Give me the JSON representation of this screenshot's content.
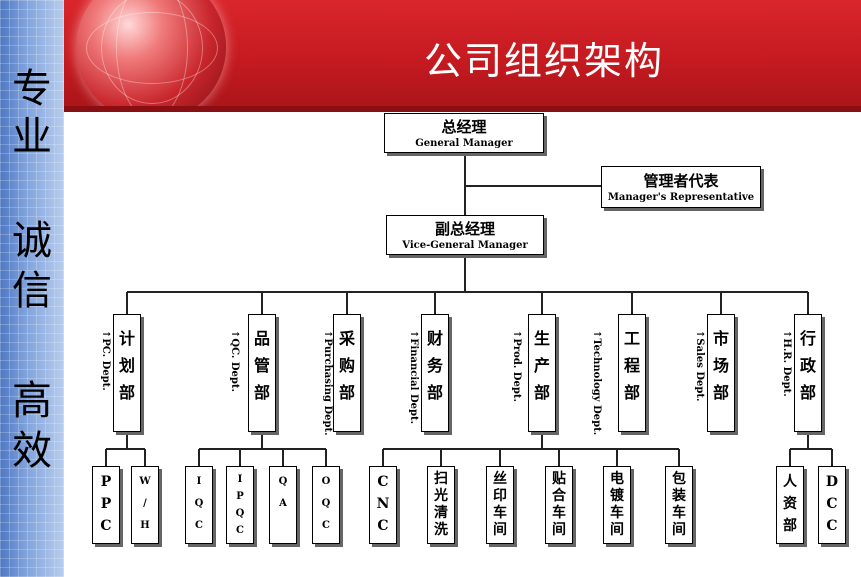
{
  "slide": {
    "title": "公司组织架构",
    "sidebar_words": [
      "专",
      "业",
      "诚",
      "信",
      "高",
      "效"
    ]
  },
  "top": {
    "gm": {
      "cn": "总经理",
      "en": "General Manager"
    },
    "rep": {
      "cn": "管理者代表",
      "en": "Manager's Representative"
    },
    "vgm": {
      "cn": "副总经理",
      "en": "Vice-General Manager"
    }
  },
  "departments": [
    {
      "id": "pc",
      "cn": "计划部",
      "en": "PC. Dept.",
      "children": [
        {
          "t": "PPC",
          "small": false
        },
        {
          "t": "W/H",
          "small": true
        }
      ]
    },
    {
      "id": "qc",
      "cn": "品管部",
      "en": "QC. Dept.",
      "children": [
        {
          "t": "IQC",
          "small": true
        },
        {
          "t": "IPQC",
          "small": true
        },
        {
          "t": "QA",
          "small": true
        },
        {
          "t": "OQC",
          "small": true
        }
      ]
    },
    {
      "id": "purchasing",
      "cn": "采购部",
      "en": "Purchasing Dept.",
      "children": []
    },
    {
      "id": "financial",
      "cn": "财务部",
      "en": "Financial Dept.",
      "children": []
    },
    {
      "id": "prod",
      "cn": "生产部",
      "en": "Prod. Dept.",
      "children": [
        {
          "t": "CNC",
          "small": false
        },
        {
          "t": "扫光清洗",
          "small": false
        },
        {
          "t": "丝印车间",
          "small": false
        },
        {
          "t": "贴合车间",
          "small": false
        },
        {
          "t": "电镀车间",
          "small": false
        },
        {
          "t": "包装车间",
          "small": false
        }
      ]
    },
    {
      "id": "tech",
      "cn": "工程部",
      "en": "Technology Dept.",
      "children": []
    },
    {
      "id": "sales",
      "cn": "市场部",
      "en": "Sales Dept.",
      "children": []
    },
    {
      "id": "hr",
      "cn": "行政部",
      "en": "H.R. Dept.",
      "children": [
        {
          "t": "人资部",
          "small": false
        },
        {
          "t": "DCC",
          "small": false
        }
      ]
    }
  ]
}
